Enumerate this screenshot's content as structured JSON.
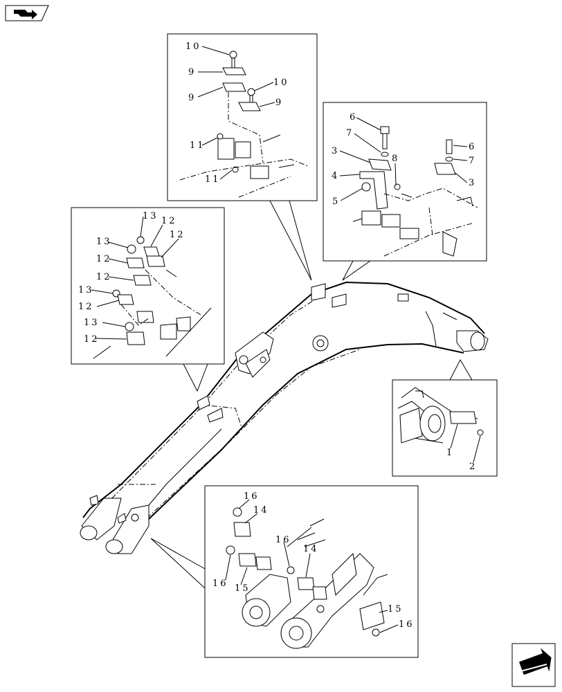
{
  "nav": {
    "top_icon": "book-arrow-icon",
    "bottom_icon": "next-page-arrow-icon"
  },
  "callouts": {
    "top_center": [
      "10",
      "9",
      "9",
      "10",
      "9",
      "11",
      "11"
    ],
    "top_right": [
      "6",
      "7",
      "3",
      "4",
      "5",
      "8",
      "6",
      "7",
      "3"
    ],
    "left": [
      "13",
      "12",
      "12",
      "13",
      "12",
      "12",
      "13",
      "12",
      "13",
      "12"
    ],
    "right": [
      "1",
      "2"
    ],
    "bottom": [
      "16",
      "14",
      "16",
      "15",
      "16",
      "14",
      "15",
      "16"
    ]
  }
}
